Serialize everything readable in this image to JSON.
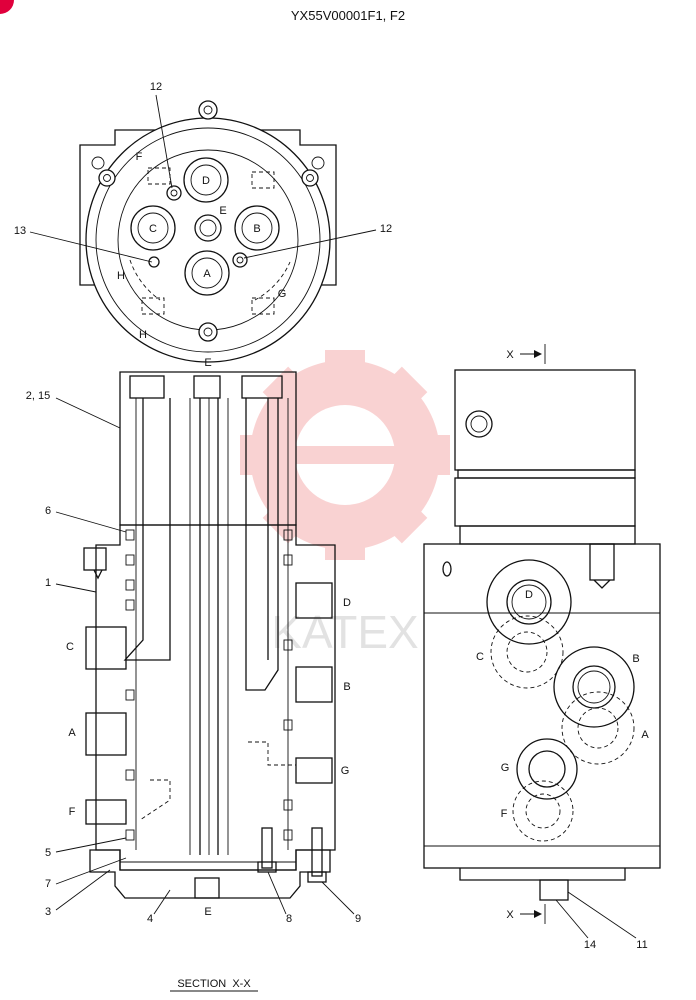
{
  "title": "YX55V00001F1, F2",
  "watermark": {
    "text": "KATEX",
    "color": "#f08080"
  },
  "corner_mark_color": "#e0003c",
  "top_view": {
    "ports": [
      "D",
      "C",
      "E",
      "B",
      "A"
    ],
    "callouts": [
      "12",
      "13",
      "12"
    ],
    "letters": [
      "F",
      "H",
      "G",
      "H"
    ]
  },
  "left_view": {
    "top_label": "E",
    "bottom_label": "E",
    "port_letters": [
      "D",
      "C",
      "B",
      "A",
      "G",
      "F"
    ],
    "callouts": [
      "2, 15",
      "6",
      "1",
      "5",
      "7",
      "3",
      "4",
      "8",
      "9"
    ]
  },
  "right_view": {
    "section_marks": [
      "X",
      "X"
    ],
    "port_letters": [
      "D",
      "C",
      "B",
      "A",
      "G",
      "F"
    ],
    "callouts": [
      "14",
      "11"
    ]
  },
  "section_label": "SECTION  X-X"
}
